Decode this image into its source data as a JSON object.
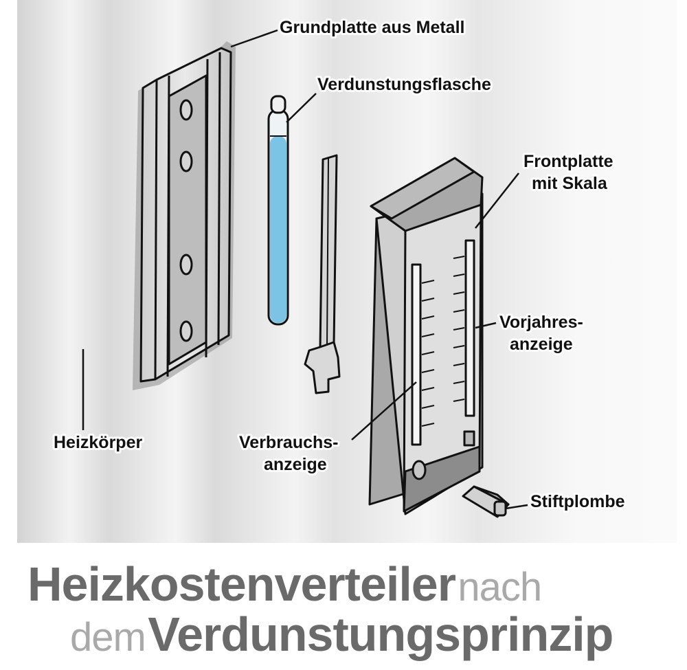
{
  "diagram": {
    "labels": {
      "grundplatte": "Grundplatte aus Metall",
      "flasche": "Verdunstungsflasche",
      "frontplatte_1": "Frontplatte",
      "frontplatte_2": "mit Skala",
      "vorjahres_1": "Vorjahres-",
      "vorjahres_2": "anzeige",
      "heizkoerper": "Heizkörper",
      "verbrauchs_1": "Verbrauchs-",
      "verbrauchs_2": "anzeige",
      "stiftplombe": "Stiftplombe"
    }
  },
  "title": {
    "line1_main": "Heizkostenverteiler",
    "line1_tail": "nach",
    "line2_lead": "dem",
    "line2_main": "Verdunstungsprinzip"
  },
  "colors": {
    "liquid": "#7cc4e6",
    "metal": "#d8d8d8",
    "metal_dark": "#a6a6a6",
    "title_dark": "#6a6a6a",
    "title_light": "#a9a9a9"
  }
}
